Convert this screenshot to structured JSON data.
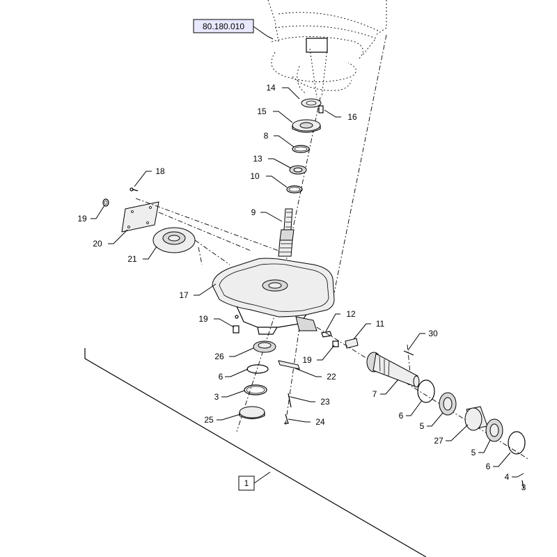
{
  "reference_box": {
    "text": "80.180.010"
  },
  "assembly_box": {
    "text": "1"
  },
  "callouts": [
    {
      "id": "c14",
      "text": "14"
    },
    {
      "id": "c15",
      "text": "15"
    },
    {
      "id": "c16",
      "text": "16"
    },
    {
      "id": "c8",
      "text": "8"
    },
    {
      "id": "c13",
      "text": "13"
    },
    {
      "id": "c10",
      "text": "10"
    },
    {
      "id": "c18",
      "text": "18"
    },
    {
      "id": "c9",
      "text": "9"
    },
    {
      "id": "c19a",
      "text": "19"
    },
    {
      "id": "c20",
      "text": "20"
    },
    {
      "id": "c21",
      "text": "21"
    },
    {
      "id": "c17",
      "text": "17"
    },
    {
      "id": "c12",
      "text": "12"
    },
    {
      "id": "c11",
      "text": "11"
    },
    {
      "id": "c19b",
      "text": "19"
    },
    {
      "id": "c19c",
      "text": "19"
    },
    {
      "id": "c30",
      "text": "30"
    },
    {
      "id": "c26",
      "text": "26"
    },
    {
      "id": "c22",
      "text": "22"
    },
    {
      "id": "c6a",
      "text": "6"
    },
    {
      "id": "c7",
      "text": "7"
    },
    {
      "id": "c3",
      "text": "3"
    },
    {
      "id": "c23",
      "text": "23"
    },
    {
      "id": "c6b",
      "text": "6"
    },
    {
      "id": "c5a",
      "text": "5"
    },
    {
      "id": "c25",
      "text": "25"
    },
    {
      "id": "c24",
      "text": "24"
    },
    {
      "id": "c27",
      "text": "27"
    },
    {
      "id": "c5b",
      "text": "5"
    },
    {
      "id": "c6c",
      "text": "6"
    },
    {
      "id": "c4",
      "text": "4"
    },
    {
      "id": "c3b",
      "text": "3"
    }
  ]
}
